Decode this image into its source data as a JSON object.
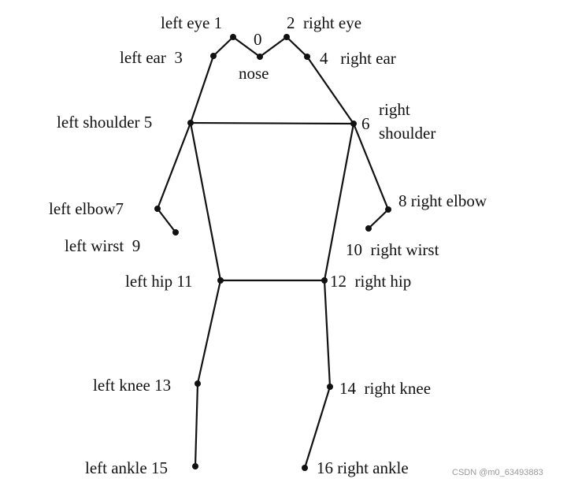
{
  "keypoints": [
    {
      "id": "0",
      "name": "nose"
    },
    {
      "id": "1",
      "name": "left eye"
    },
    {
      "id": "2",
      "name": "right eye"
    },
    {
      "id": "3",
      "name": "left ear"
    },
    {
      "id": "4",
      "name": "right ear"
    },
    {
      "id": "5",
      "name": "left shoulder"
    },
    {
      "id": "6",
      "name": "right shoulder"
    },
    {
      "id": "7",
      "name": "left elbow"
    },
    {
      "id": "8",
      "name": "right elbow"
    },
    {
      "id": "9",
      "name": "left wirst"
    },
    {
      "id": "10",
      "name": "right wirst"
    },
    {
      "id": "11",
      "name": "left hip"
    },
    {
      "id": "12",
      "name": "right hip"
    },
    {
      "id": "13",
      "name": "left knee"
    },
    {
      "id": "14",
      "name": "right knee"
    },
    {
      "id": "15",
      "name": "left ankle"
    },
    {
      "id": "16",
      "name": "right ankle"
    }
  ],
  "labels": {
    "left_eye": "left eye 1",
    "right_eye": "2  right eye",
    "nose_num": "0",
    "nose": "nose",
    "left_ear": "left ear  3",
    "right_ear": "4   right ear",
    "left_shoulder": "left shoulder 5",
    "right_shoulder_num": "6",
    "right_shoulder_l1": "right",
    "right_shoulder_l2": "shoulder",
    "left_elbow": "left elbow7",
    "right_elbow": "8 right elbow",
    "left_wrist": "left wirst  9",
    "right_wrist": "10  right wirst",
    "left_hip": "left hip 11",
    "right_hip": "12  right hip",
    "left_knee": "left knee 13",
    "right_knee": "14  right knee",
    "left_ankle": "left ankle 15",
    "right_ankle": "16 right ankle"
  },
  "watermark": "CSDN @m0_63493883"
}
